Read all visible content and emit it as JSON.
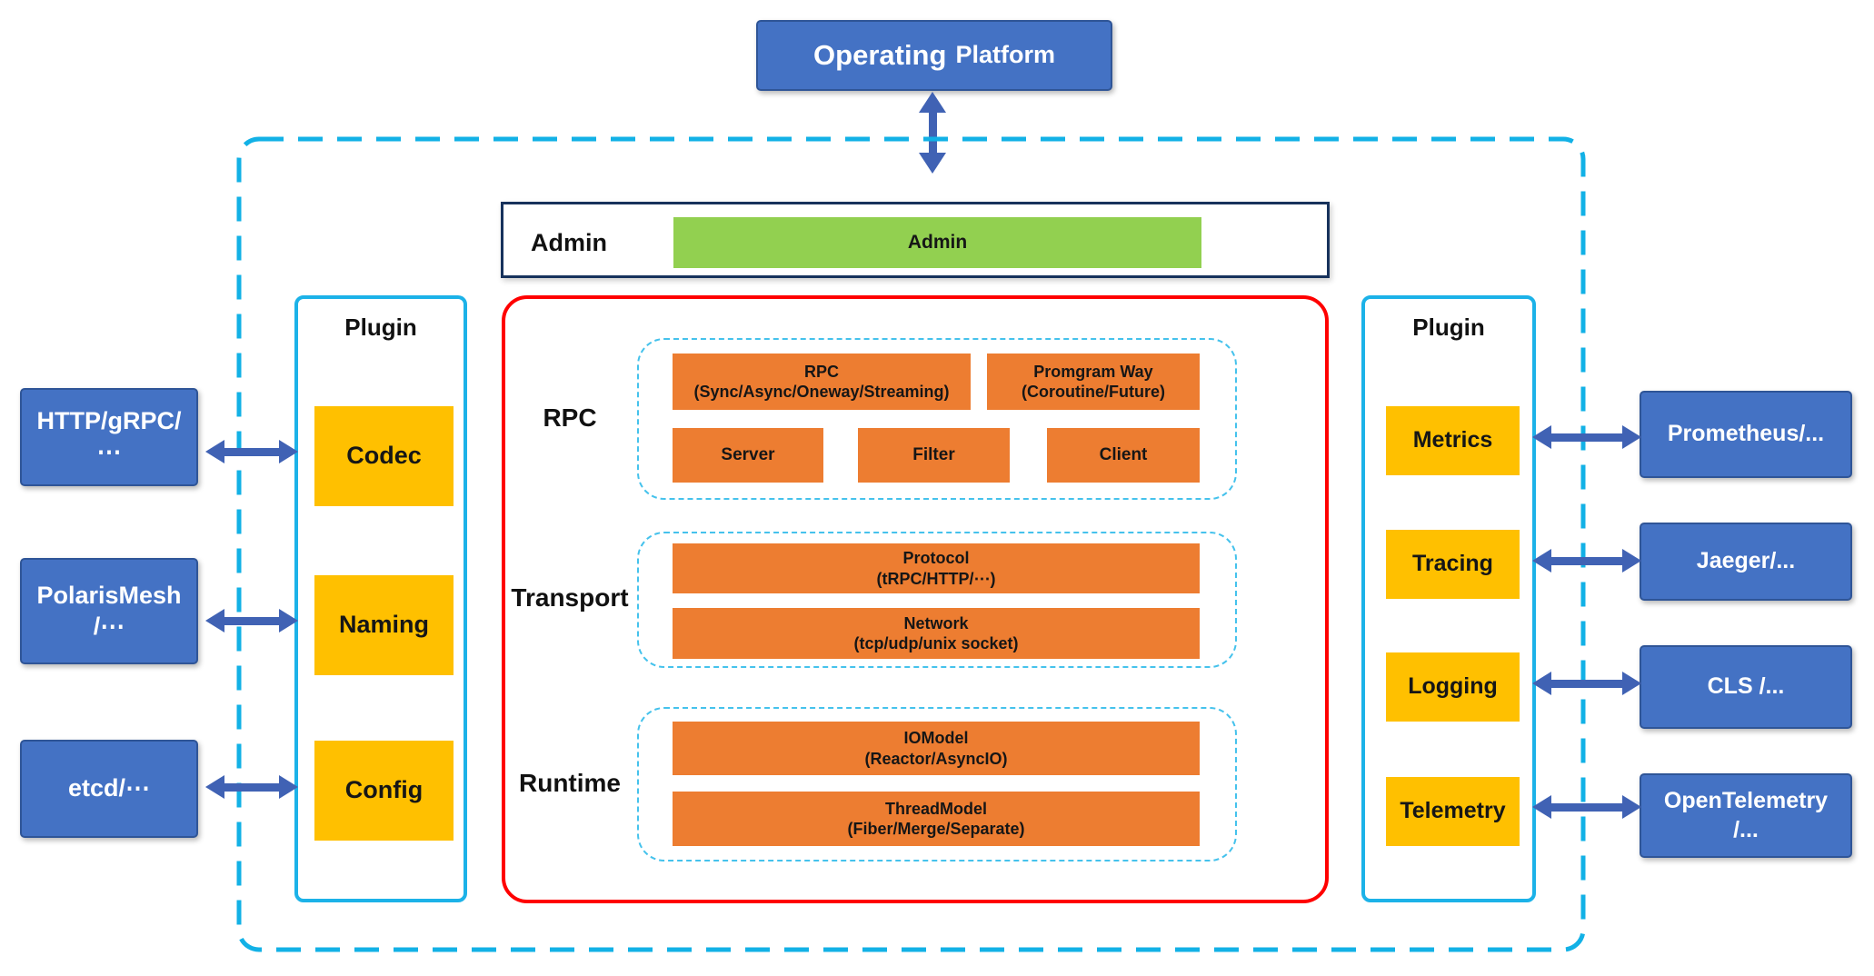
{
  "colors": {
    "primary_blue": "#4472C4",
    "orange": "#ED7D31",
    "yellow": "#FFC000",
    "green": "#92D050",
    "cyan_border": "#1CB2E8",
    "red_border": "#FF0000",
    "navy_border": "#17325C",
    "arrow_blue": "#4062B4"
  },
  "operating_platform": {
    "word1": "Operating",
    "word2": "Platform"
  },
  "admin": {
    "label": "Admin",
    "bar": "Admin"
  },
  "plugin_left": {
    "title": "Plugin",
    "items": [
      "Codec",
      "Naming",
      "Config"
    ]
  },
  "plugin_right": {
    "title": "Plugin",
    "items": [
      "Metrics",
      "Tracing",
      "Logging",
      "Telemetry"
    ]
  },
  "external_left": [
    "HTTP/gRPC/\n⋯",
    "PolarisMesh\n/⋯",
    "etcd/⋯"
  ],
  "external_right": [
    "Prometheus/...",
    "Jaeger/...",
    "CLS /...",
    "OpenTelemetry\n/..."
  ],
  "core": {
    "rpc_label": "RPC",
    "transport_label": "Transport",
    "runtime_label": "Runtime",
    "rpc_boxes": {
      "main": "RPC\n(Sync/Async/Oneway/Streaming)",
      "program_way": "Promgram Way\n(Coroutine/Future)",
      "server": "Server",
      "filter": "Filter",
      "client": "Client"
    },
    "transport_boxes": {
      "protocol": "Protocol\n(tRPC/HTTP/⋯)",
      "network": "Network\n(tcp/udp/unix socket)"
    },
    "runtime_boxes": {
      "iomodel": "IOModel\n(Reactor/AsyncIO)",
      "threadmodel": "ThreadModel\n(Fiber/Merge/Separate)"
    }
  }
}
